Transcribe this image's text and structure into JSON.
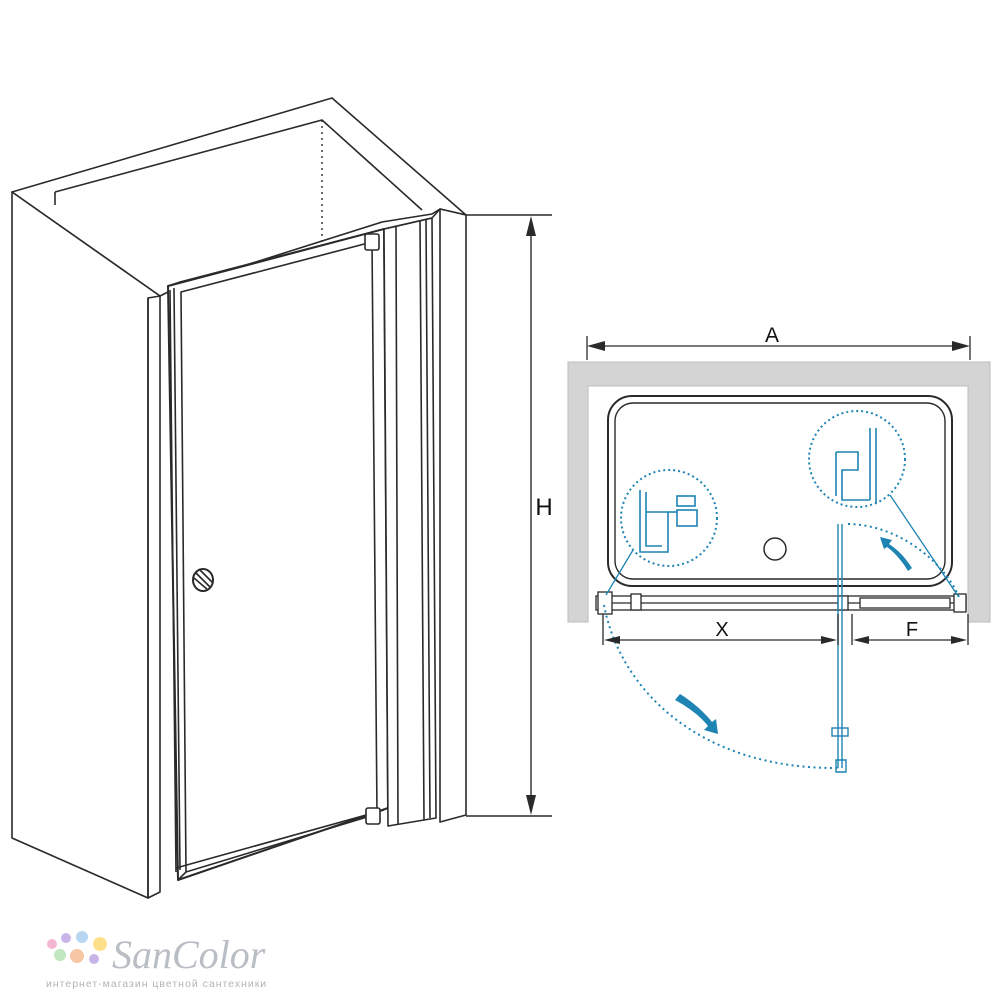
{
  "labels": {
    "height": "H",
    "width_total": "A",
    "width_x": "X",
    "width_f": "F"
  },
  "brand": {
    "name": "SanColor",
    "tagline": "интернет-магазин цветной сантехники"
  },
  "colors": {
    "line": "#2a2a2a",
    "wall": "#d4d4d4",
    "accent": "#1e84b3",
    "dot_colors": [
      "#f3b7d3",
      "#c9b4e8",
      "#b7d6f2",
      "#ffe08a",
      "#bfe8c0",
      "#f7c6a4"
    ]
  }
}
